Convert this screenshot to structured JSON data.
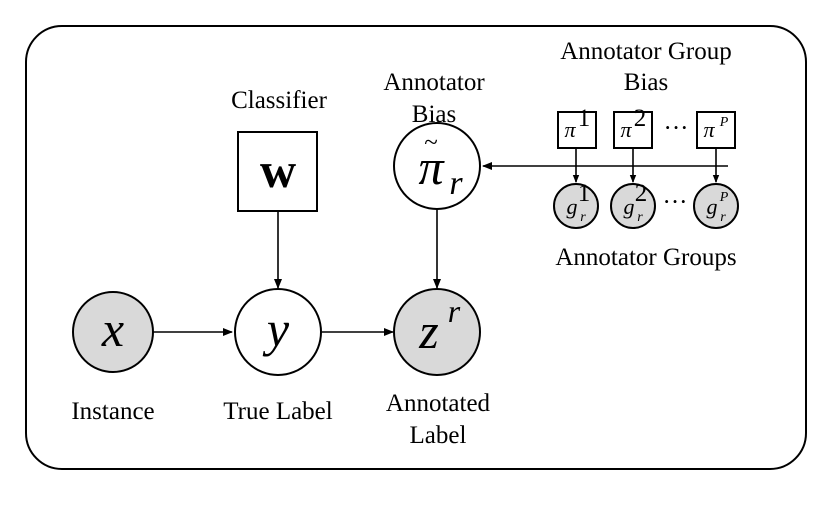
{
  "labels": {
    "classifier": "Classifier",
    "annotator_bias_1": "Annotator",
    "annotator_bias_2": "Bias",
    "group_bias_1": "Annotator Group",
    "group_bias_2": "Bias",
    "annotator_groups": "Annotator Groups",
    "instance": "Instance",
    "true_label": "True Label",
    "annotated_label_1": "Annotated",
    "annotated_label_2": "Label"
  },
  "nodes": {
    "w": "w",
    "x": "x",
    "y": "y",
    "pi_tilde": "π",
    "pi_sub": "r",
    "z": "z",
    "z_sup": "r",
    "pi_base": "π",
    "pi1_sup": "1",
    "pi2_sup": "2",
    "piP_sup": "P",
    "g_base": "g",
    "g_sub": "r",
    "g1_sup": "1",
    "g2_sup": "2",
    "gP_sup": "P",
    "ellipsis": "···"
  }
}
